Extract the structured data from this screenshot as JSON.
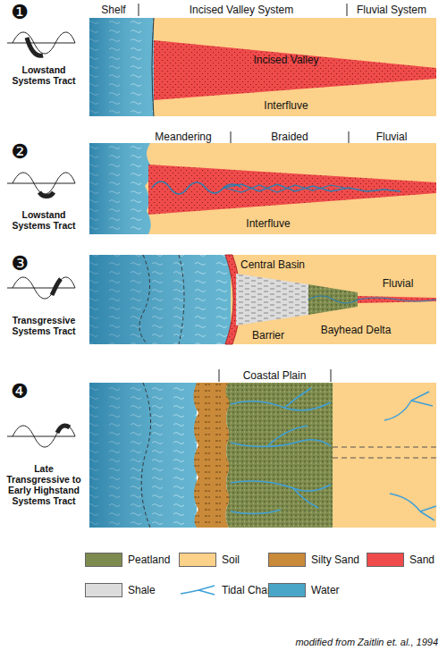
{
  "diagram": {
    "caption": "modified from Zaitlin et. al., 1994",
    "labels": [
      "❶",
      "Lowstand Systems Tract",
      "Shelf",
      "Incised Valley System",
      "Fluvial System",
      "Incised Valley",
      "Interfluve",
      "❷",
      "Lowstand Systems Tract",
      "Meandering",
      "Braided",
      "Fluvial",
      "Interfluve",
      "❸",
      "Transgressive Systems Tract",
      "Central Basin",
      "Fluvial",
      "Barrier",
      "Bayhead Delta",
      "❹",
      "Late Transgressive to Early Highstand Systems Tract",
      "Coastal Plain"
    ],
    "legend": [
      {
        "text": "Peatland",
        "color": "#7d8b4e"
      },
      {
        "text": "Soil",
        "color": "#fcd18a"
      },
      {
        "text": "Silty Sand",
        "color": "#c98a3a"
      },
      {
        "text": "Sand",
        "color": "#ef4b4b"
      },
      {
        "text": "Shale",
        "color": "#dcdcdc"
      },
      {
        "text": "Tidal Channel"
      },
      {
        "text": "Water",
        "color": "#4aa6c8"
      }
    ]
  }
}
